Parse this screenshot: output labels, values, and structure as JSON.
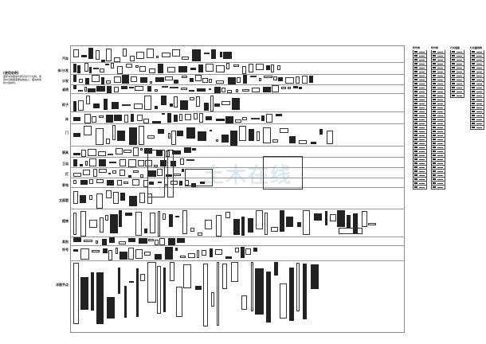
{
  "note": {
    "title": "(使用说明)",
    "text": "图库中的图块均按实际尺寸绘制，使用时请根据需要缩放插入，图块按类别分组排列。"
  },
  "rows": [
    {
      "label": "汽车"
    },
    {
      "label": "床/沙发"
    },
    {
      "label": "沙发"
    },
    {
      "label": "桌椅"
    },
    {
      "label": "柜子"
    },
    {
      "label": "床"
    },
    {
      "label": "门"
    },
    {
      "label": "厨具"
    },
    {
      "label": "卫浴"
    },
    {
      "label": "灯"
    },
    {
      "label": "家电"
    },
    {
      "label": "立面窗"
    },
    {
      "label": "植物"
    },
    {
      "label": "其他"
    },
    {
      "label": "符号"
    },
    {
      "label": "详图节点"
    }
  ],
  "legends": [
    {
      "title": "符号表"
    },
    {
      "title": "符号表"
    },
    {
      "title": "开关插座"
    },
    {
      "title": "灯具图例表"
    }
  ],
  "watermark": "土木在线",
  "colors": {
    "line": "#333333",
    "background": "#ffffff"
  }
}
